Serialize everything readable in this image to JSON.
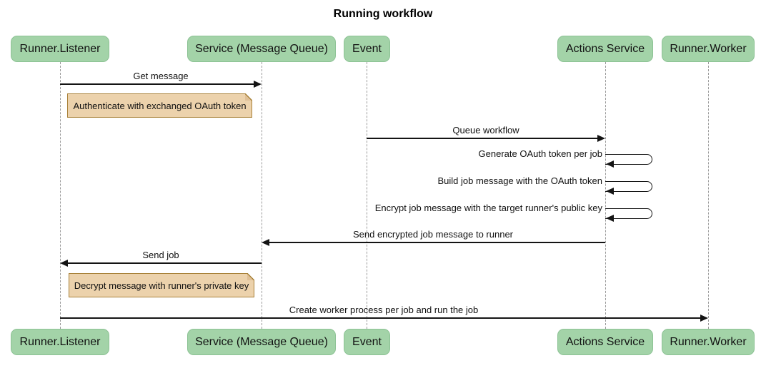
{
  "title": "Running workflow",
  "participants": [
    {
      "id": "runner-listener",
      "label": "Runner.Listener"
    },
    {
      "id": "service-mq",
      "label": "Service (Message Queue)"
    },
    {
      "id": "event",
      "label": "Event"
    },
    {
      "id": "actions-service",
      "label": "Actions Service"
    },
    {
      "id": "runner-worker",
      "label": "Runner.Worker"
    }
  ],
  "messages": {
    "get_message": {
      "from": "runner-listener",
      "to": "service-mq",
      "label": "Get message"
    },
    "auth_note": {
      "over": "runner-listener",
      "label": "Authenticate with exchanged OAuth token"
    },
    "queue_workflow": {
      "from": "event",
      "to": "actions-service",
      "label": "Queue workflow"
    },
    "generate_token": {
      "self": "actions-service",
      "label": "Generate OAuth token per job"
    },
    "build_job": {
      "self": "actions-service",
      "label": "Build job message with the OAuth token"
    },
    "encrypt_job": {
      "self": "actions-service",
      "label": "Encrypt job message with the target runner's public key"
    },
    "send_encrypted": {
      "from": "actions-service",
      "to": "service-mq",
      "label": "Send encrypted job message to runner"
    },
    "send_job": {
      "from": "service-mq",
      "to": "runner-listener",
      "label": "Send job"
    },
    "decrypt_note": {
      "over": "runner-listener",
      "label": "Decrypt message with runner's private key"
    },
    "create_worker": {
      "from": "runner-listener",
      "to": "runner-worker",
      "label": "Create worker process per job and run the job"
    }
  },
  "colors": {
    "actor_fill": "#a3d3a8",
    "actor_border": "#8cc294",
    "note_fill": "#ecd2ac",
    "note_border": "#a88138",
    "lifeline": "#9a9a9a",
    "message_line": "#141414",
    "text": "#111111",
    "background": "#ffffff"
  }
}
